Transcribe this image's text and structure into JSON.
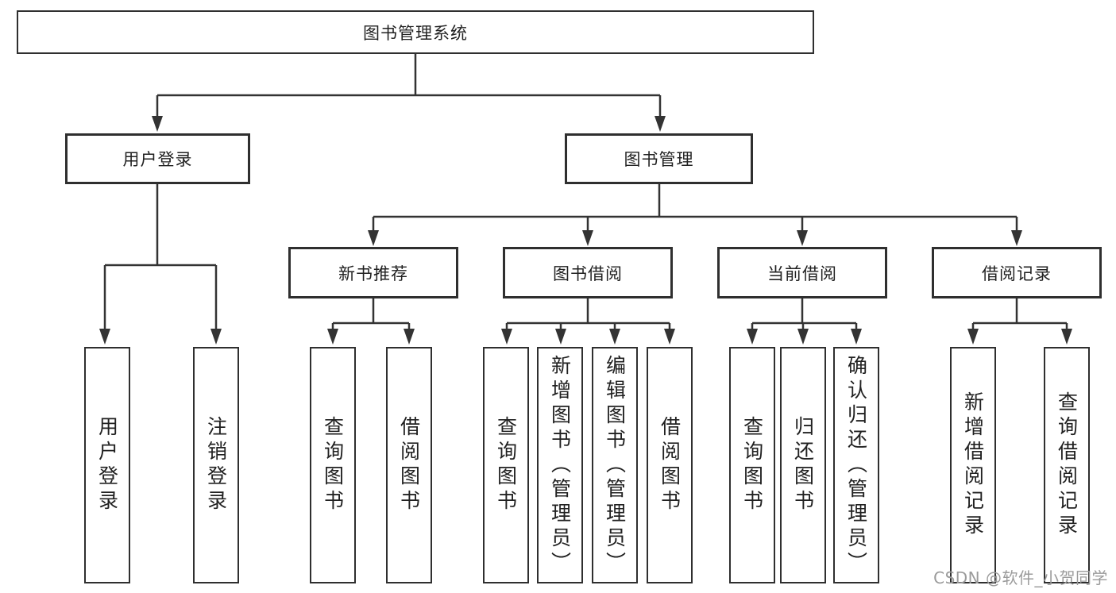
{
  "diagram": {
    "title": "图书管理系统",
    "watermark": "CSDN @软件_小贺同学",
    "colors": {
      "background": "#ffffff",
      "line": "#333333",
      "box_border": "#2f2f2f",
      "text": "#212121",
      "watermark": "#9b9b9b"
    },
    "root": {
      "id": "library-system",
      "label": "图书管理系统"
    },
    "level2": [
      {
        "id": "user-login",
        "label": "用户登录"
      },
      {
        "id": "book-mgmt",
        "label": "图书管理"
      }
    ],
    "level3": [
      {
        "id": "new-book-rec",
        "label": "新书推荐",
        "parent": "book-mgmt"
      },
      {
        "id": "book-borrow",
        "label": "图书借阅",
        "parent": "book-mgmt"
      },
      {
        "id": "current-borrow",
        "label": "当前借阅",
        "parent": "book-mgmt"
      },
      {
        "id": "borrow-record",
        "label": "借阅记录",
        "parent": "book-mgmt"
      }
    ],
    "leaves": [
      {
        "id": "user-login-leaf",
        "label": "用户登录",
        "parent": "user-login"
      },
      {
        "id": "logout",
        "label": "注销登录",
        "parent": "user-login"
      },
      {
        "id": "query-books-rec",
        "label": "查询图书",
        "parent": "new-book-rec"
      },
      {
        "id": "borrow-books-rec",
        "label": "借阅图书",
        "parent": "new-book-rec"
      },
      {
        "id": "query-books-borrow",
        "label": "查询图书",
        "parent": "book-borrow"
      },
      {
        "id": "add-book-admin",
        "label": "新增图书（管理员）",
        "parent": "book-borrow"
      },
      {
        "id": "edit-book-admin",
        "label": "编辑图书（管理员）",
        "parent": "book-borrow"
      },
      {
        "id": "borrow-books-borrow",
        "label": "借阅图书",
        "parent": "book-borrow"
      },
      {
        "id": "query-books-current",
        "label": "查询图书",
        "parent": "current-borrow"
      },
      {
        "id": "return-book",
        "label": "归还图书",
        "parent": "current-borrow"
      },
      {
        "id": "confirm-return-admin",
        "label": "确认归还（管理员）",
        "parent": "current-borrow"
      },
      {
        "id": "add-borrow-record",
        "label": "新增借阅记录",
        "parent": "borrow-record"
      },
      {
        "id": "query-borrow-record",
        "label": "查询借阅记录",
        "parent": "borrow-record"
      }
    ],
    "edges": [
      {
        "from": "library-system",
        "to": "user-login"
      },
      {
        "from": "library-system",
        "to": "book-mgmt"
      },
      {
        "from": "user-login",
        "to": "user-login-leaf"
      },
      {
        "from": "user-login",
        "to": "logout"
      },
      {
        "from": "book-mgmt",
        "to": "new-book-rec"
      },
      {
        "from": "book-mgmt",
        "to": "book-borrow"
      },
      {
        "from": "book-mgmt",
        "to": "current-borrow"
      },
      {
        "from": "book-mgmt",
        "to": "borrow-record"
      },
      {
        "from": "new-book-rec",
        "to": "query-books-rec"
      },
      {
        "from": "new-book-rec",
        "to": "borrow-books-rec"
      },
      {
        "from": "book-borrow",
        "to": "query-books-borrow"
      },
      {
        "from": "book-borrow",
        "to": "add-book-admin"
      },
      {
        "from": "book-borrow",
        "to": "edit-book-admin"
      },
      {
        "from": "book-borrow",
        "to": "borrow-books-borrow"
      },
      {
        "from": "current-borrow",
        "to": "query-books-current"
      },
      {
        "from": "current-borrow",
        "to": "return-book"
      },
      {
        "from": "current-borrow",
        "to": "confirm-return-admin"
      },
      {
        "from": "borrow-record",
        "to": "add-borrow-record"
      },
      {
        "from": "borrow-record",
        "to": "query-borrow-record"
      }
    ]
  }
}
